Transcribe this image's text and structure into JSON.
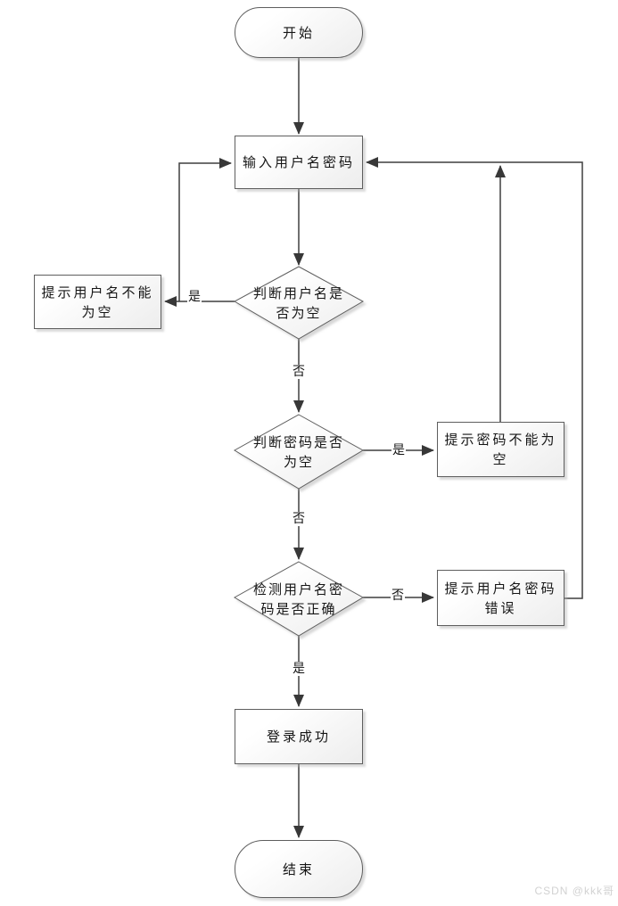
{
  "diagram": {
    "nodes": [
      {
        "id": "start",
        "type": "terminator",
        "label": "开始"
      },
      {
        "id": "input-credentials",
        "type": "process",
        "label": "输入用户名密码"
      },
      {
        "id": "check-username-empty",
        "type": "decision",
        "label": "判断用户名是\n否为空"
      },
      {
        "id": "prompt-username-empty",
        "type": "process",
        "label": "提示用户名不能\n为空"
      },
      {
        "id": "check-password-empty",
        "type": "decision",
        "label": "判断密码是否\n为空"
      },
      {
        "id": "prompt-password-empty",
        "type": "process",
        "label": "提示密码不能为\n空"
      },
      {
        "id": "check-credentials-correct",
        "type": "decision",
        "label": "检测用户名密\n码是否正确"
      },
      {
        "id": "prompt-credentials-wrong",
        "type": "process",
        "label": "提示用户名密码\n错误"
      },
      {
        "id": "login-success",
        "type": "process",
        "label": "登录成功"
      },
      {
        "id": "end",
        "type": "terminator",
        "label": "结束"
      }
    ],
    "edge_labels": [
      {
        "id": "username-empty-yes",
        "label": "是"
      },
      {
        "id": "username-empty-no",
        "label": "否"
      },
      {
        "id": "password-empty-yes",
        "label": "是"
      },
      {
        "id": "password-empty-no",
        "label": "否"
      },
      {
        "id": "credentials-wrong-no",
        "label": "否"
      },
      {
        "id": "credentials-correct-yes",
        "label": "是"
      }
    ],
    "colors": {
      "line": "#3f3f3f",
      "shape_border": "#5e5e5e",
      "shape_fill_top": "#ffffff",
      "shape_fill_bottom": "#ededed",
      "text": "#151515",
      "watermark": "#d2d2d2"
    }
  },
  "watermark": "CSDN @kkk哥"
}
